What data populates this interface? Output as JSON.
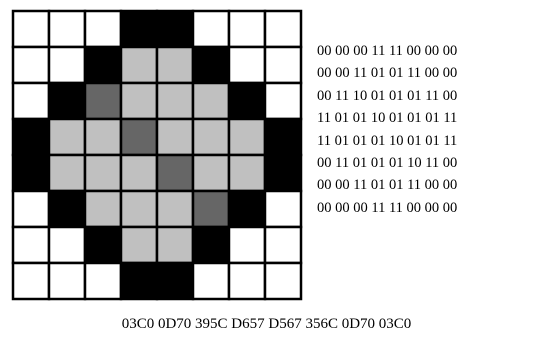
{
  "colors": {
    "0": "#ffffff",
    "1": "#000000",
    "2": "#c0c0c0",
    "3": "#666666"
  },
  "grid": [
    [
      0,
      0,
      0,
      1,
      1,
      0,
      0,
      0
    ],
    [
      0,
      0,
      1,
      2,
      2,
      1,
      0,
      0
    ],
    [
      0,
      1,
      3,
      2,
      2,
      2,
      1,
      0
    ],
    [
      1,
      2,
      2,
      3,
      2,
      2,
      2,
      1
    ],
    [
      1,
      2,
      2,
      2,
      3,
      2,
      2,
      1
    ],
    [
      0,
      1,
      2,
      2,
      2,
      3,
      1,
      0
    ],
    [
      0,
      0,
      1,
      2,
      2,
      1,
      0,
      0
    ],
    [
      0,
      0,
      0,
      1,
      1,
      0,
      0,
      0
    ]
  ],
  "binary_rows": [
    "00 00 00 11 11 00 00 00",
    "00 00 11 01 01 11 00 00",
    "00 11 10 01 01 01 11 00",
    "11 01 01 10 01 01 01 11",
    "11 01 01 01 10 01 01 11",
    "00 11 01 01 01 10 11 00",
    "00 00 11 01 01 11 00 00",
    "00 00 00 11 11 00 00 00"
  ],
  "hex_caption": "03C0 0D70 395C D657 D567 356C 0D70 03C0"
}
